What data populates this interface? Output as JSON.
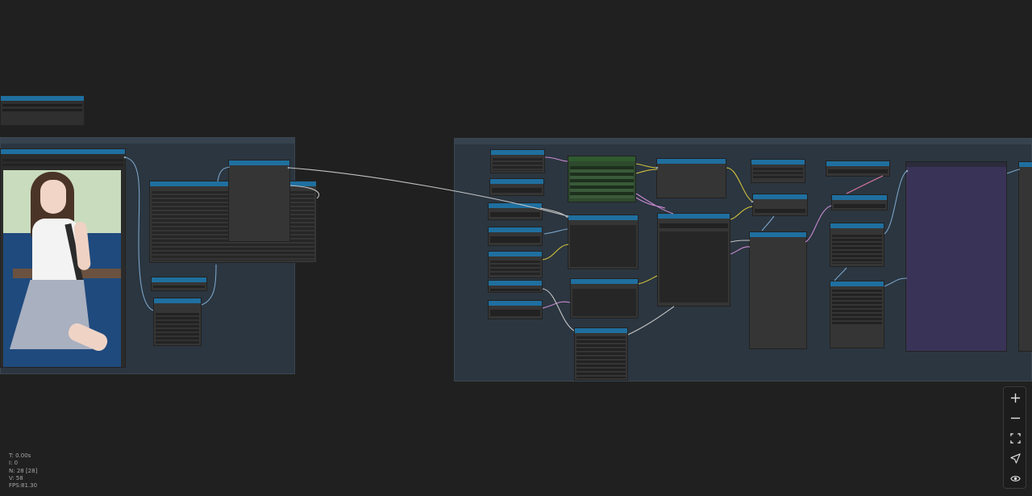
{
  "canvas": {
    "background": "#202020",
    "group_color": "#2b3640",
    "node_header_color": "#1f6f9f"
  },
  "stats": {
    "time": "T: 0.00s",
    "iterations": "I: 0",
    "nodes": "N: 28 [28]",
    "vertices": "V: 58",
    "fps": "FPS:81.30"
  },
  "controls": {
    "zoom_in": "zoom-in",
    "zoom_out": "zoom-out",
    "fit_view": "fit-view",
    "locate": "locate",
    "toggle_visibility": "toggle-visibility"
  }
}
